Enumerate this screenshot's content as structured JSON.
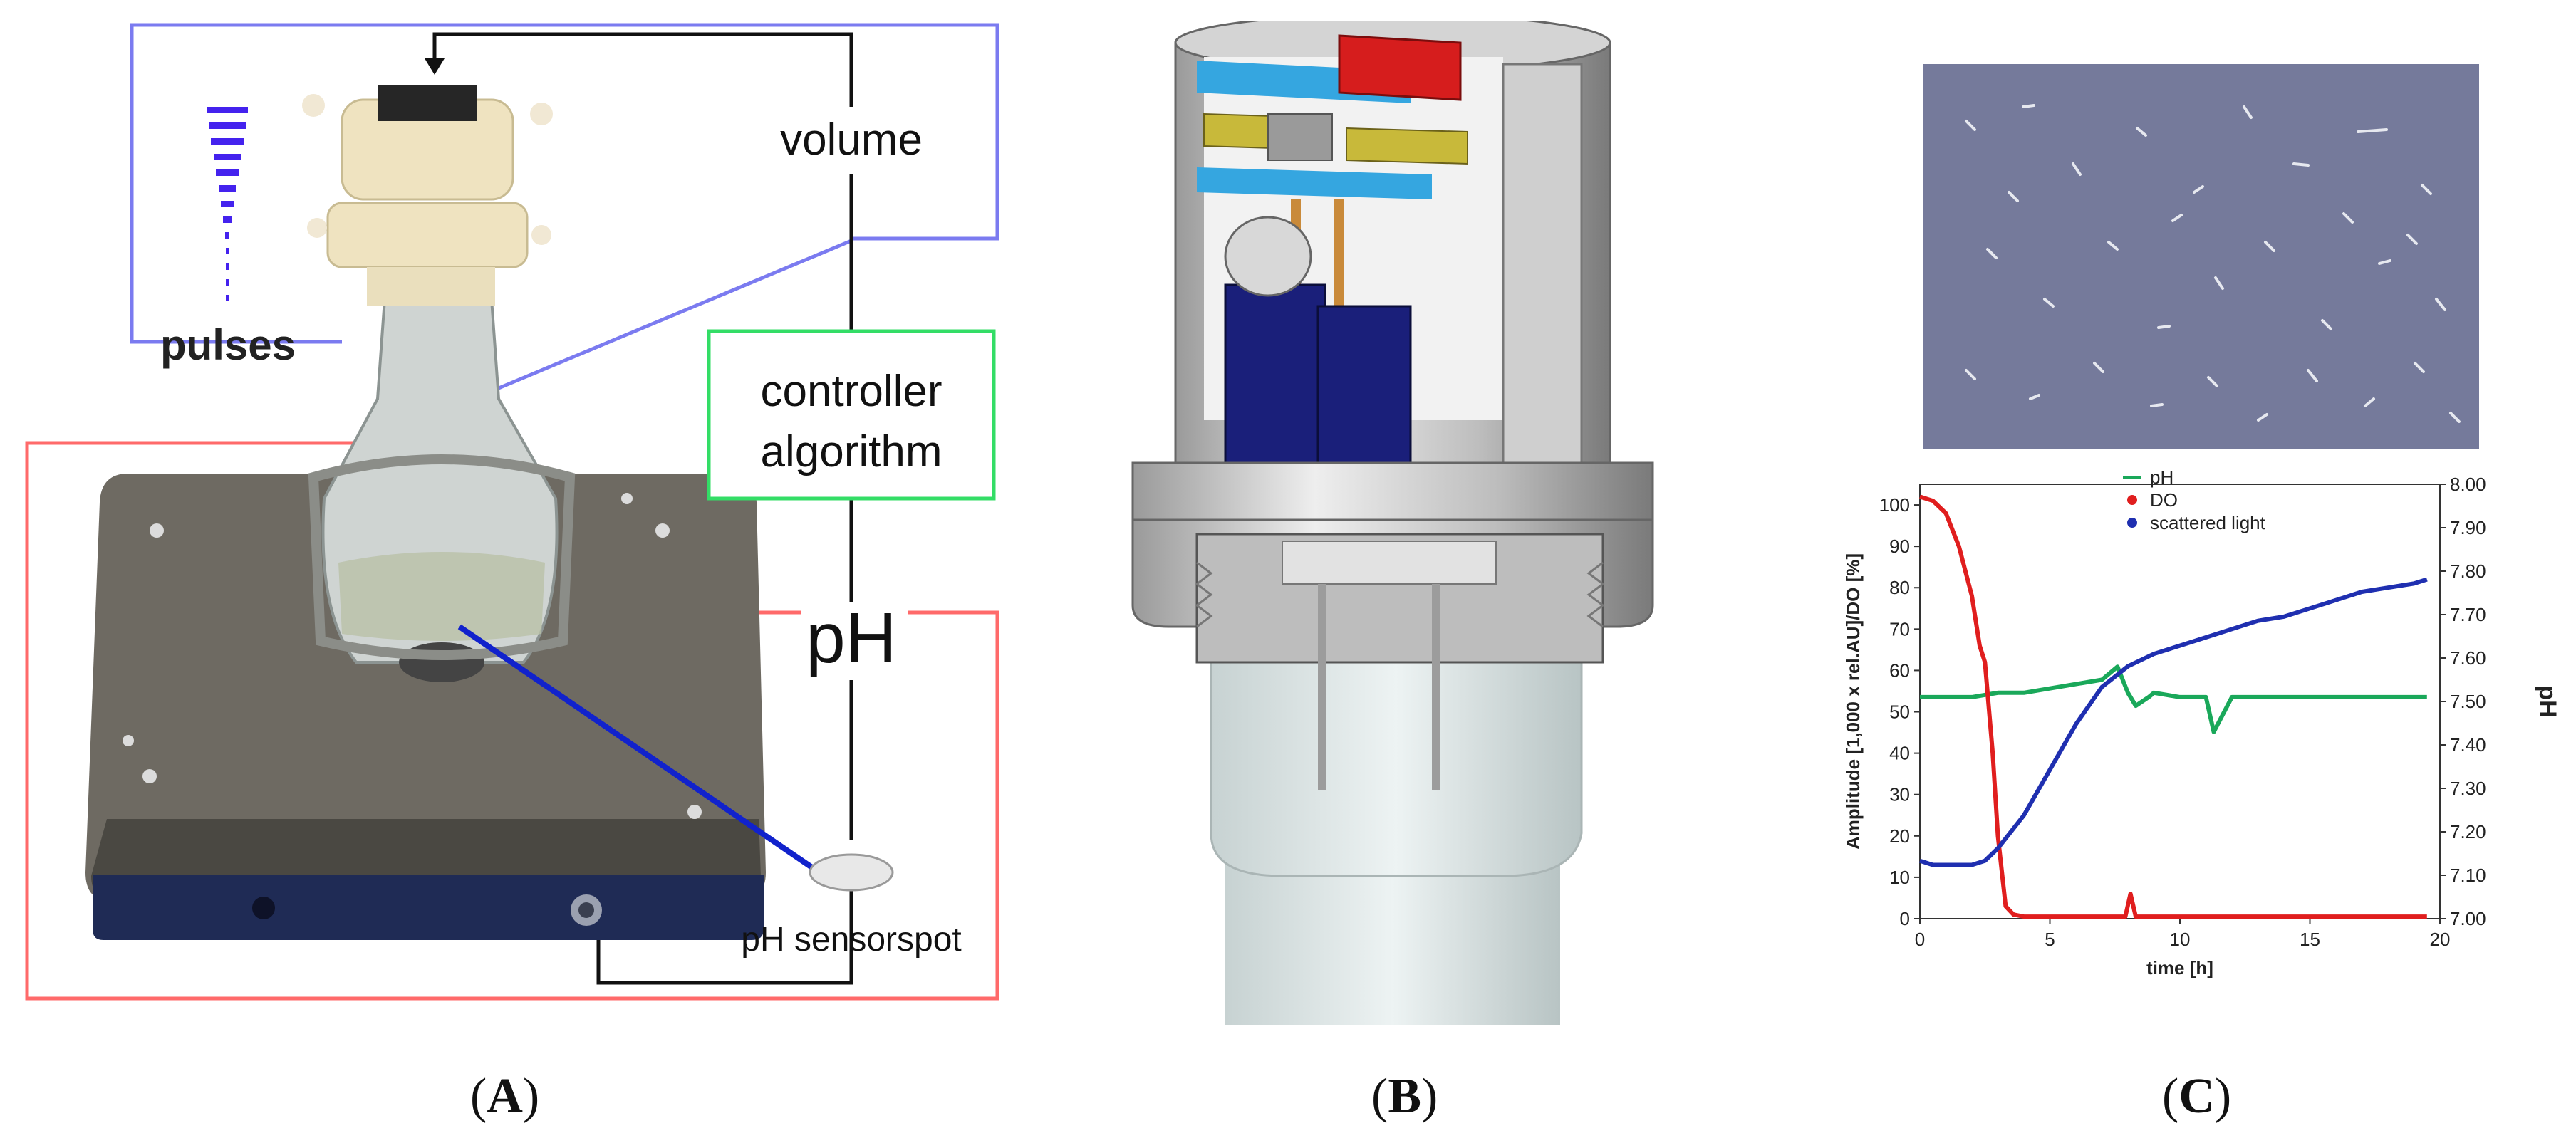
{
  "panel_a": {
    "caption_open": "(",
    "caption_letter": "A",
    "caption_close": ")",
    "label_volume": "volume",
    "label_pulses": "pulses",
    "label_controller_1": "controller",
    "label_controller_2": "algorithm",
    "label_ph": "pH",
    "label_sensorspot": "pH sensorspot"
  },
  "panel_b": {
    "caption_open": "(",
    "caption_letter": "B",
    "caption_close": ")"
  },
  "panel_c": {
    "caption_open": "(",
    "caption_letter": "C",
    "caption_close": ")"
  },
  "colors": {
    "volume_loop": "#7b7bf0",
    "controller_box": "#33dd66",
    "red_outline": "#ff6a6a",
    "ph_series": "#1aa85a",
    "do_series": "#e01e1e",
    "scatter_series": "#1f2fb0"
  },
  "chart_data": {
    "type": "line",
    "xlabel": "time [h]",
    "ylabel": "Amplitude [1,000 x rel.AU]/DO [%]",
    "y2label": "pH",
    "xlim": [
      0,
      20
    ],
    "ylim": [
      0,
      105
    ],
    "y2lim": [
      7.0,
      8.0
    ],
    "x_ticks": [
      "0",
      "5",
      "10",
      "15",
      "20"
    ],
    "y_ticks": [
      "0",
      "10",
      "20",
      "30",
      "40",
      "50",
      "60",
      "70",
      "80",
      "90",
      "100"
    ],
    "y2_ticks": [
      "7.00",
      "7.10",
      "7.20",
      "7.30",
      "7.40",
      "7.50",
      "7.60",
      "7.70",
      "7.80",
      "7.90",
      "8.00"
    ],
    "legend_position": "top-left",
    "series": [
      {
        "name": "pH",
        "axis": "right",
        "x": [
          0,
          1,
          2,
          3,
          4,
          5,
          6,
          7,
          7.6,
          8,
          8.3,
          8.8,
          9,
          10,
          11,
          11.3,
          12,
          13,
          14,
          15,
          16,
          17,
          18,
          19,
          19.5
        ],
        "values": [
          7.51,
          7.51,
          7.51,
          7.52,
          7.52,
          7.53,
          7.54,
          7.55,
          7.58,
          7.52,
          7.49,
          7.51,
          7.52,
          7.51,
          7.51,
          7.43,
          7.51,
          7.51,
          7.51,
          7.51,
          7.51,
          7.51,
          7.51,
          7.51,
          7.51
        ]
      },
      {
        "name": "DO",
        "axis": "left",
        "x": [
          0,
          0.5,
          1,
          1.5,
          2,
          2.3,
          2.5,
          2.8,
          3,
          3.3,
          3.6,
          4,
          6,
          7.9,
          8.1,
          8.3,
          10,
          15,
          19.5
        ],
        "values": [
          102,
          101,
          98,
          90,
          78,
          66,
          62,
          40,
          20,
          3,
          1,
          0.5,
          0.5,
          0.5,
          6,
          0.5,
          0.5,
          0.5,
          0.5
        ]
      },
      {
        "name": "scattered light",
        "axis": "left",
        "x": [
          0,
          0.5,
          1,
          2,
          2.5,
          3,
          4,
          5,
          6,
          7,
          8,
          9,
          10,
          11,
          12,
          13,
          14,
          15,
          16,
          17,
          18,
          19,
          19.5
        ],
        "values": [
          14,
          13,
          13,
          13,
          14,
          17,
          25,
          36,
          47,
          56,
          61,
          64,
          66,
          68,
          70,
          72,
          73,
          75,
          77,
          79,
          80,
          81,
          82
        ]
      }
    ]
  }
}
